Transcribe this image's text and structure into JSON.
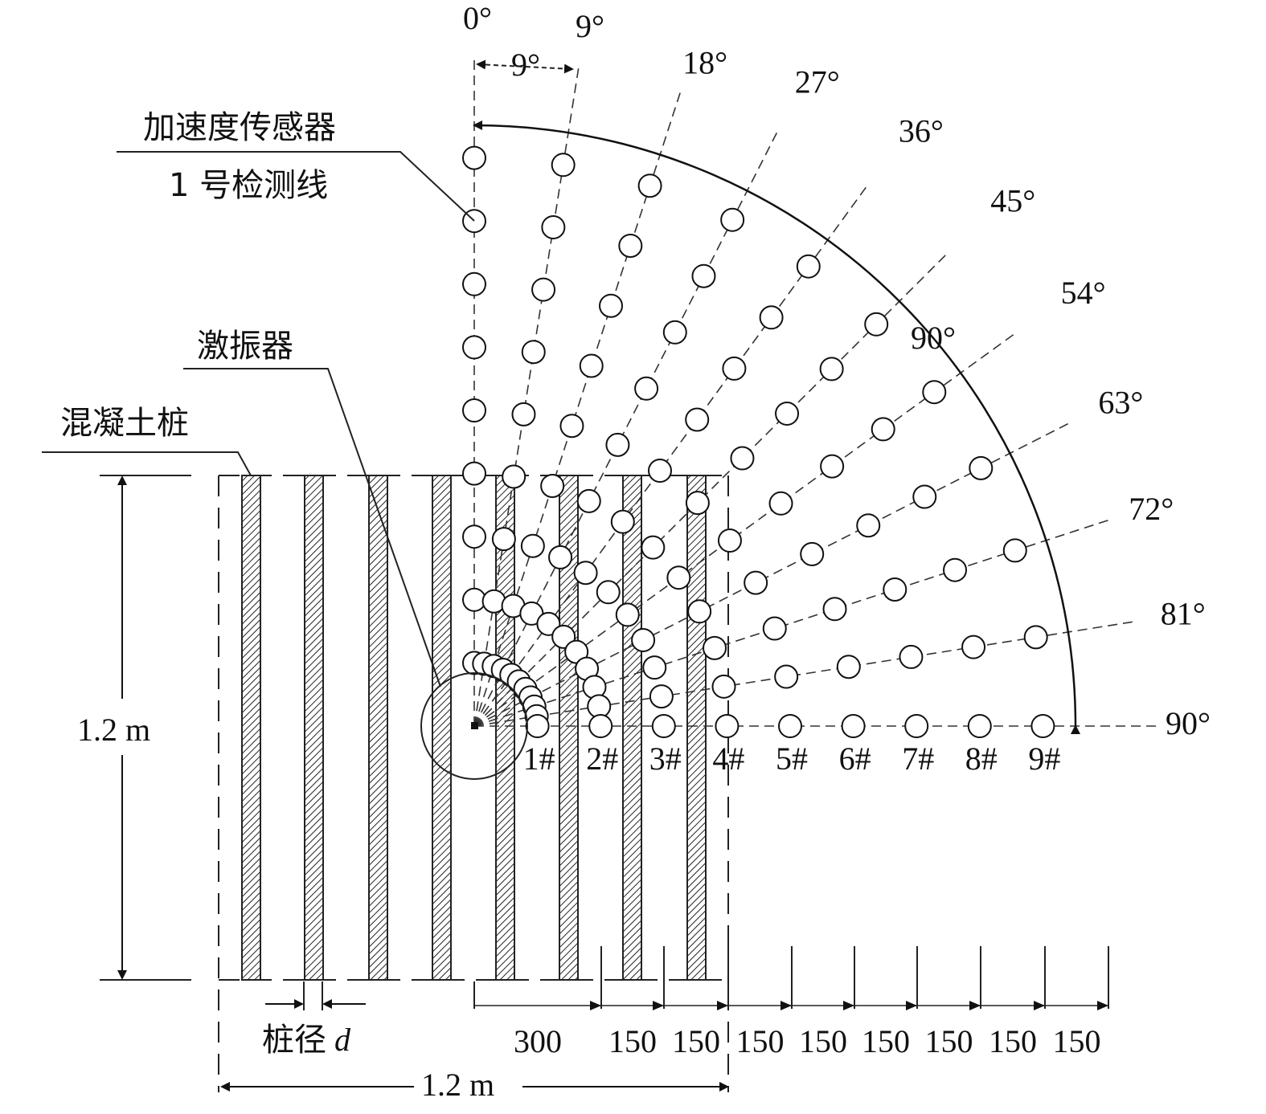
{
  "labels": {
    "accelerometer": "加速度传感器",
    "line1": "1 号检测线",
    "exciter": "激振器",
    "pile": "混凝土桩",
    "pile_diameter_prefix": "桩径",
    "pile_diameter_symbol": "d",
    "height": "1.2 m",
    "width": "1.2 m",
    "sweep": "90°",
    "gap_top": "9°"
  },
  "lines": [
    {
      "angle": 0,
      "label": "0°"
    },
    {
      "angle": 9,
      "label": "9°"
    },
    {
      "angle": 18,
      "label": "18°"
    },
    {
      "angle": 27,
      "label": "27°"
    },
    {
      "angle": 36,
      "label": "36°"
    },
    {
      "angle": 45,
      "label": "45°"
    },
    {
      "angle": 54,
      "label": "54°"
    },
    {
      "angle": 63,
      "label": "63°"
    },
    {
      "angle": 72,
      "label": "72°"
    },
    {
      "angle": 81,
      "label": "81°"
    },
    {
      "angle": 90,
      "label": "90°"
    }
  ],
  "sensor_labels": [
    "1#",
    "2#",
    "3#",
    "4#",
    "5#",
    "6#",
    "7#",
    "8#",
    "9#"
  ],
  "spacings": [
    "300",
    "150",
    "150",
    "150",
    "150",
    "150",
    "150",
    "150",
    "150"
  ]
}
